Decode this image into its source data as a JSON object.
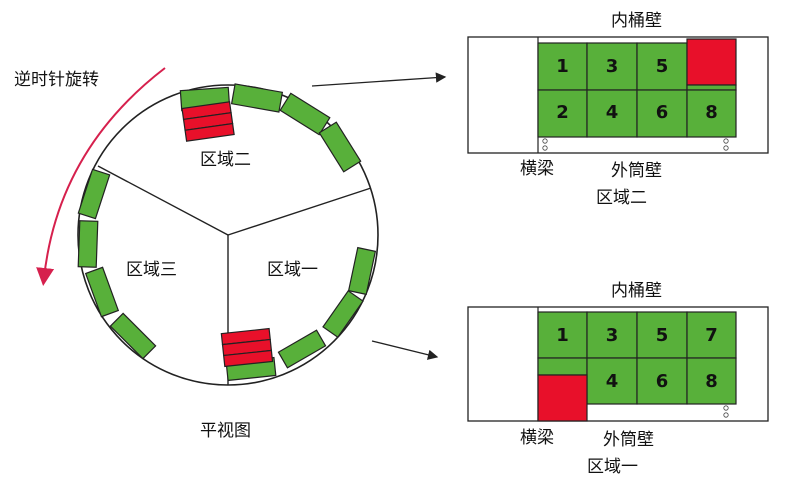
{
  "labels": {
    "rotation": "逆时针旋转",
    "zone2": "区域二",
    "zone3": "区域三",
    "zone1": "区域一",
    "plan_view": "平视图"
  },
  "detail_top": {
    "inner_wall": "内桶壁",
    "beam": "横梁",
    "outer_wall": "外筒壁",
    "caption": "区域二",
    "top_row": [
      "1",
      "3",
      "5"
    ],
    "bottom_row": [
      "2",
      "4",
      "6",
      "8"
    ]
  },
  "detail_bottom": {
    "inner_wall": "内桶壁",
    "beam": "横梁",
    "outer_wall": "外筒壁",
    "caption": "区域一",
    "top_row": [
      "1",
      "3",
      "5",
      "7"
    ],
    "bottom_row": [
      "4",
      "6",
      "8"
    ]
  },
  "colors": {
    "green": "#58b03a",
    "red": "#e8102a",
    "arrow_red": "#d6204d",
    "stroke": "#222222"
  }
}
